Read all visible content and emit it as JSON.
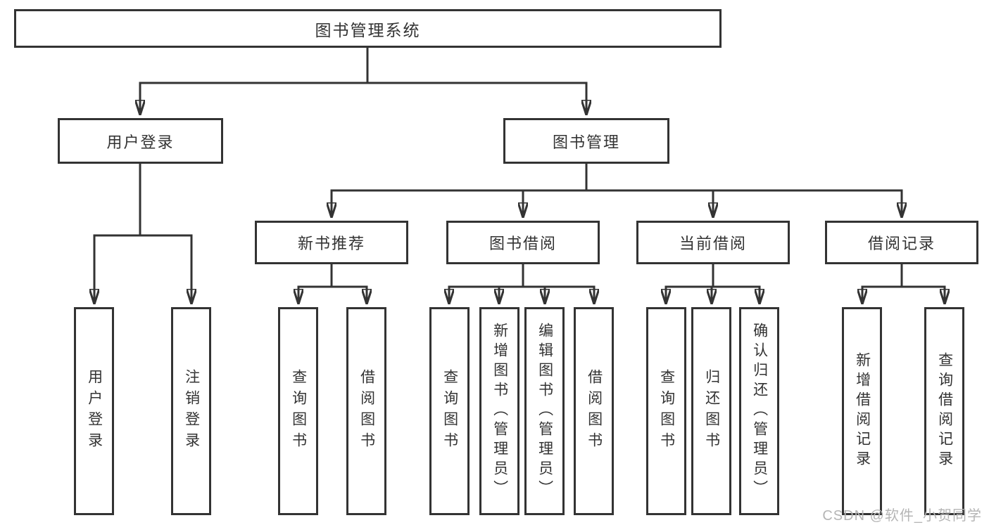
{
  "tree": {
    "root": {
      "label": "图书管理系统",
      "children": [
        {
          "label": "用户登录",
          "children": [
            {
              "label": "用户登录"
            },
            {
              "label": "注销登录"
            }
          ]
        },
        {
          "label": "图书管理",
          "children": [
            {
              "label": "新书推荐",
              "children": [
                {
                  "label": "查询图书"
                },
                {
                  "label": "借阅图书"
                }
              ]
            },
            {
              "label": "图书借阅",
              "children": [
                {
                  "label": "查询图书"
                },
                {
                  "label": "新增图书（管理员）"
                },
                {
                  "label": "编辑图书（管理员）"
                },
                {
                  "label": "借阅图书"
                }
              ]
            },
            {
              "label": "当前借阅",
              "children": [
                {
                  "label": "查询图书"
                },
                {
                  "label": "归还图书"
                },
                {
                  "label": "确认归还（管理员）"
                }
              ]
            },
            {
              "label": "借阅记录",
              "children": [
                {
                  "label": "新增借阅记录"
                },
                {
                  "label": "查询借阅记录"
                }
              ]
            }
          ]
        }
      ]
    }
  },
  "watermark": {
    "text": "CSDN @软件_小贺同学"
  },
  "colors": {
    "line": "#333333",
    "box_border": "#333333",
    "text": "#333333",
    "background": "#ffffff",
    "watermark": "#b5b5b5"
  }
}
